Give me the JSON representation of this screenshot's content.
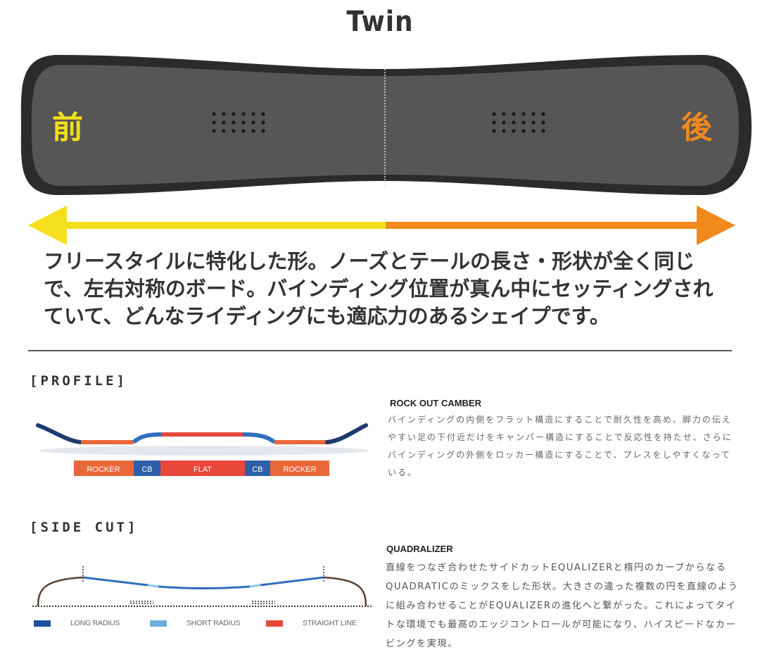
{
  "title": "Twin",
  "board": {
    "front_label": "前",
    "rear_label": "後",
    "colors": {
      "board": "#555555",
      "outline": "#2b2b2b",
      "front": "#f4e01c",
      "rear": "#f08a1c"
    }
  },
  "description": "フリースタイルに特化した形。ノーズとテールの長さ・形状が全く同じで、左右対称のボード。バインディング位置が真ん中にセッティングされていて、どんなライディングにも適応力のあるシェイプです。",
  "profile": {
    "label": "[PROFILE]",
    "segments": [
      "ROCKER",
      "CB",
      "FLAT",
      "CB",
      "ROCKER"
    ],
    "title": "ROCK OUT CAMBER",
    "text": "バインディングの内側をフラット構造にすることで耐久性を高め、脚力の伝えやすい足の下付近だけをキャンパー構造にすることで反応性を持たせ、さらにバインディングの外側をロッカー構造にすることで、プレスをしやすくなっている。"
  },
  "sidecut": {
    "label": "[SIDE CUT]",
    "title": "QUADRALIZER",
    "text": "直線をつなぎ合わせたサイドカットEQUALIZERと楕円のカーブからなるQUADRATICのミックスをした形状。大きさの違った複数の円を直線のように組み合わせることがEQUALIZERの進化へと繋がった。これによってタイトな環境でも最高のエッジコントロールが可能になり、ハイスピードなカービングを実現。",
    "legend": [
      {
        "label": "LONG RADIUS",
        "color": "#1f4fa0"
      },
      {
        "label": "SHORT RADIUS",
        "color": "#6ab0dc"
      },
      {
        "label": "STRAIGHT LINE",
        "color": "#e8483a"
      }
    ]
  }
}
